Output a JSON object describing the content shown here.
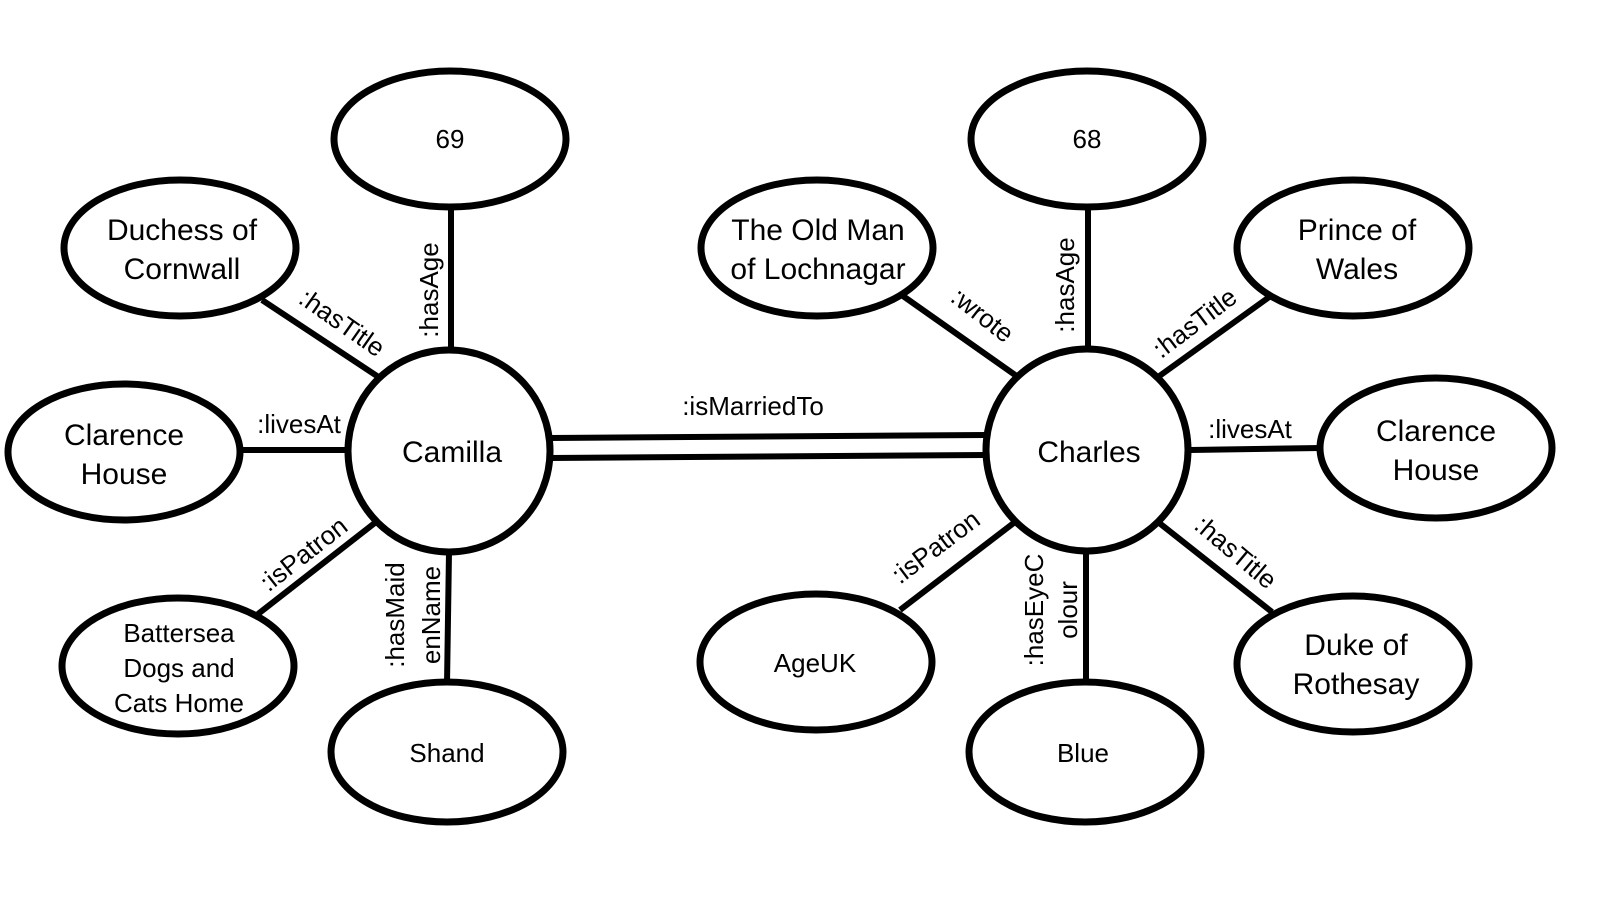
{
  "nodes": {
    "camilla": {
      "lines": [
        "Camilla"
      ]
    },
    "charles": {
      "lines": [
        "Charles"
      ]
    },
    "camilla_age": {
      "lines": [
        "69"
      ]
    },
    "camilla_title": {
      "lines": [
        "Duchess of",
        "Cornwall"
      ]
    },
    "camilla_home": {
      "lines": [
        "Clarence",
        "House"
      ]
    },
    "camilla_patron": {
      "lines": [
        "Battersea",
        "Dogs and",
        "Cats Home"
      ]
    },
    "camilla_maiden": {
      "lines": [
        "Shand"
      ]
    },
    "charles_age": {
      "lines": [
        "68"
      ]
    },
    "charles_book": {
      "lines": [
        "The Old Man",
        "of Lochnagar"
      ]
    },
    "charles_title_wales": {
      "lines": [
        "Prince of",
        "Wales"
      ]
    },
    "charles_home": {
      "lines": [
        "Clarence",
        "House"
      ]
    },
    "charles_title_rothesay": {
      "lines": [
        "Duke of",
        "Rothesay"
      ]
    },
    "charles_eye": {
      "lines": [
        "Blue"
      ]
    },
    "charles_patron": {
      "lines": [
        "AgeUK"
      ]
    }
  },
  "edges": {
    "married": [
      ":isMarriedTo"
    ],
    "camilla_age": [
      ":hasAge"
    ],
    "camilla_title": [
      ":hasTitle"
    ],
    "camilla_home": [
      ":livesAt"
    ],
    "camilla_patron": [
      ":isPatron"
    ],
    "camilla_maiden": [
      ":hasMaid",
      "enName"
    ],
    "charles_age": [
      ":hasAge"
    ],
    "charles_book": [
      ":wrote"
    ],
    "charles_title_wales": [
      ":hasTitle"
    ],
    "charles_home": [
      ":livesAt"
    ],
    "charles_title_rothesay": [
      ":hasTitle"
    ],
    "charles_eye": [
      ":hasEyeC",
      "olour"
    ],
    "charles_patron": [
      ":isPatron"
    ]
  }
}
